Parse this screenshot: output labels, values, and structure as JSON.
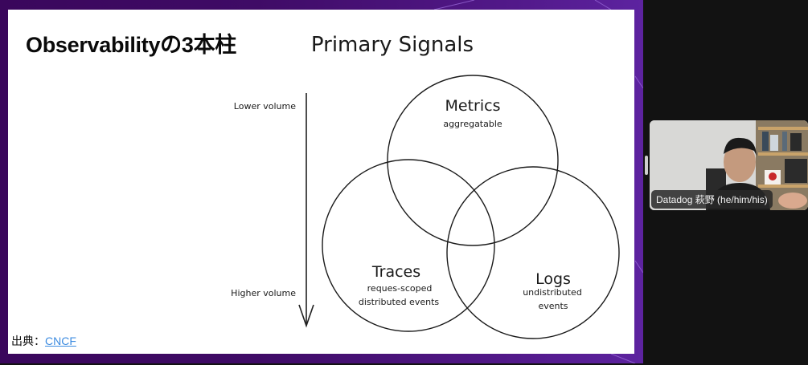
{
  "slide": {
    "title": "Observabilityの3本柱",
    "source_label": "出典：",
    "source_link": "CNCF",
    "diagram": {
      "heading": "Primary Signals",
      "axis": {
        "top_label": "Lower volume",
        "bottom_label": "Higher volume"
      },
      "circles": [
        {
          "name": "Metrics",
          "description": [
            "aggregatable"
          ]
        },
        {
          "name": "Traces",
          "description": [
            "reques-scoped",
            "distributed events"
          ]
        },
        {
          "name": "Logs",
          "description": [
            "undistributed",
            "events"
          ]
        }
      ]
    }
  },
  "video": {
    "participant_name": "Datadog 萩野 (he/him/his)"
  },
  "colors": {
    "frame_purple": "#3f0b66",
    "link_blue": "#3c8be0",
    "background": "#121212"
  }
}
